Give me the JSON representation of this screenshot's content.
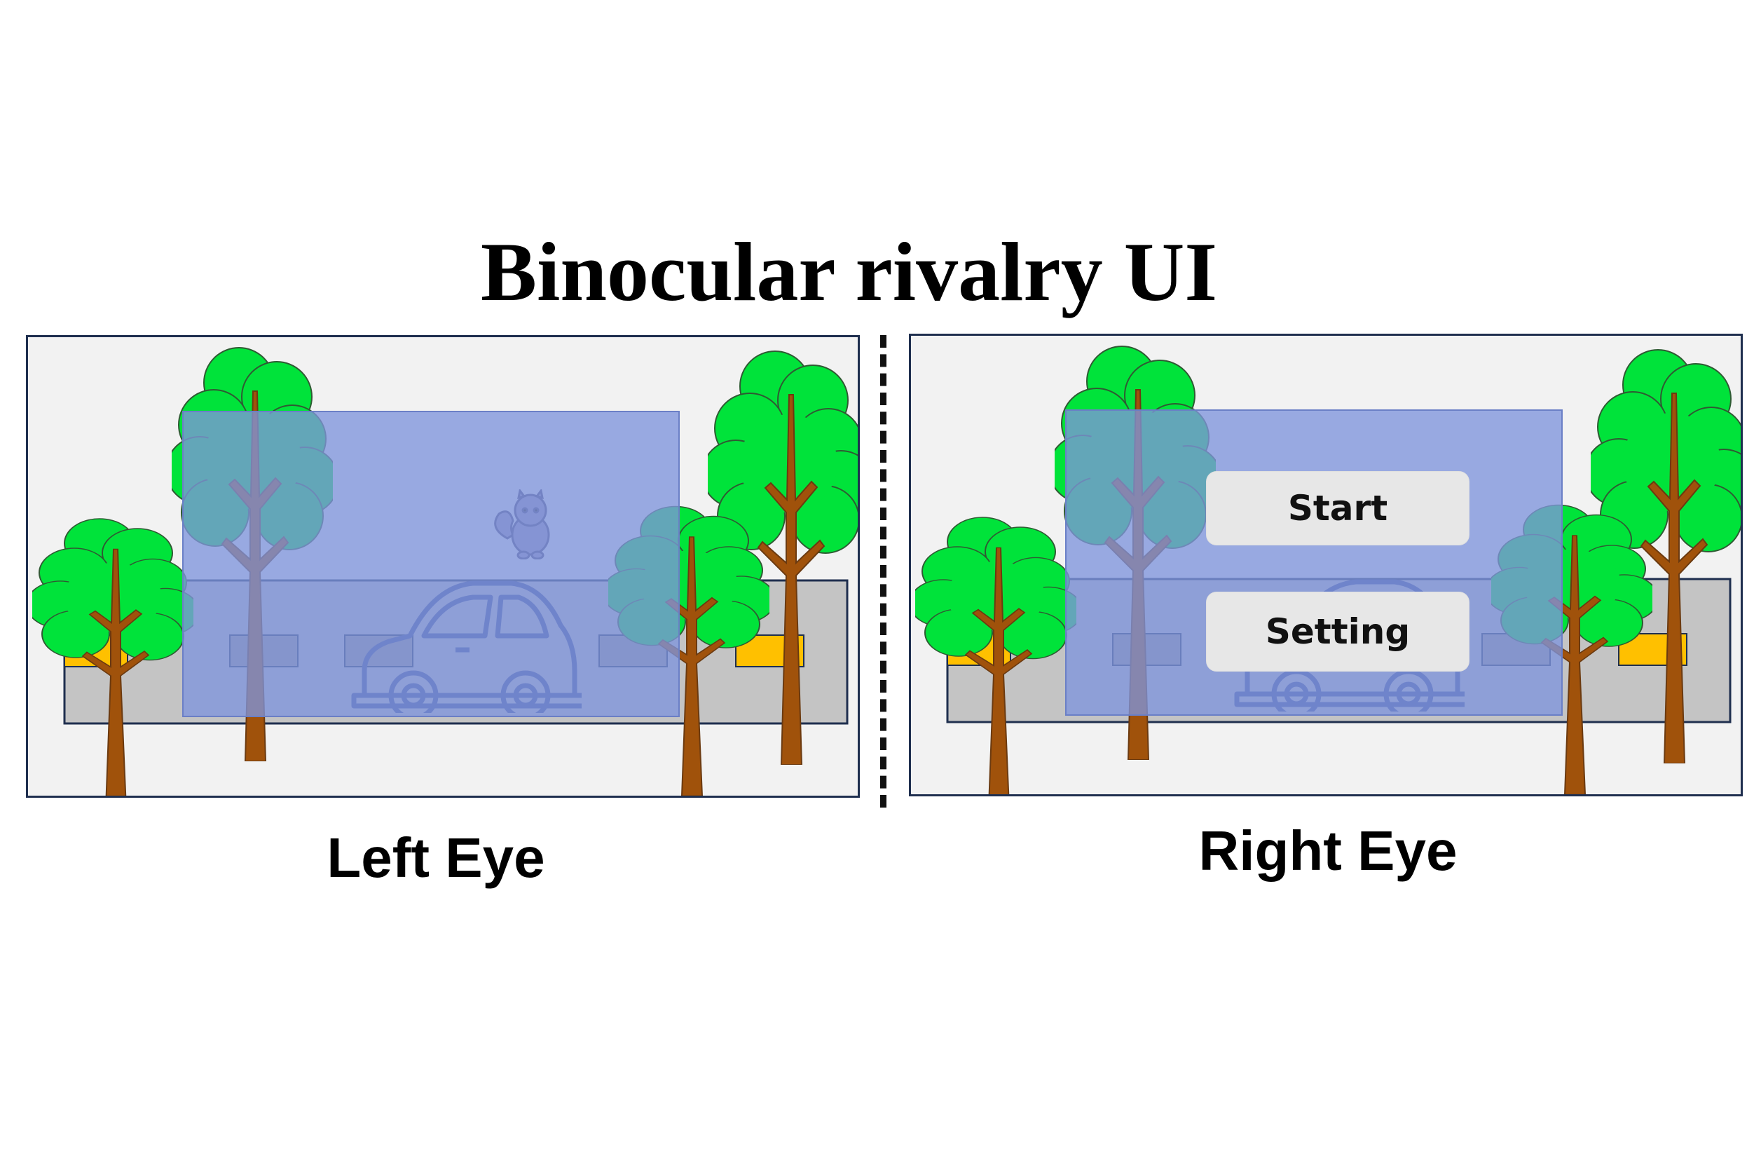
{
  "title": "Binocular rivalry UI",
  "left_eye": {
    "label": "Left Eye"
  },
  "right_eye": {
    "label": "Right Eye",
    "menu": {
      "start_label": "Start",
      "setting_label": "Setting"
    }
  },
  "colors": {
    "background": "#f2f2f2",
    "road": "#c4c4c4",
    "overlay": "#7f95dc",
    "tree_foliage": "#00e33a",
    "tree_trunk": "#a0520b",
    "lane_marker_gray": "#9c9890",
    "lane_marker_yellow": "#ffc000",
    "button": "#e7e7e7"
  },
  "icons": [
    "tree-icon",
    "car-icon",
    "squirrel-icon"
  ]
}
